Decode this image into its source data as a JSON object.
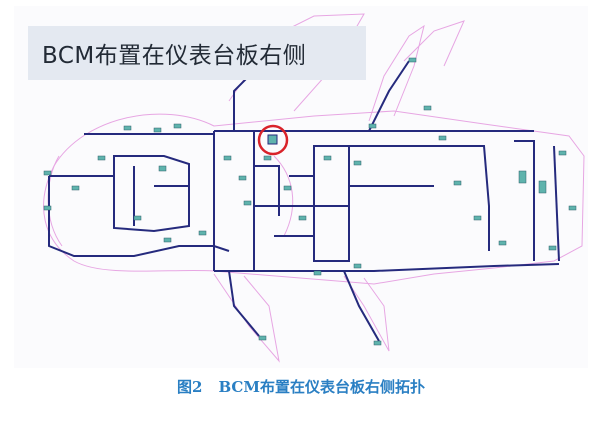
{
  "diagram": {
    "title": "BCM布置在仪表台板右侧",
    "caption_number": "图2",
    "caption_text": "BCM布置在仪表台板右侧拓扑"
  },
  "colors": {
    "wire": "#252a7d",
    "outline": "#e7a6e3",
    "connector": "#5fb3ad",
    "highlight": "#d9232a",
    "title_bg": "#e4e9f1",
    "caption": "#2a7fc3"
  }
}
